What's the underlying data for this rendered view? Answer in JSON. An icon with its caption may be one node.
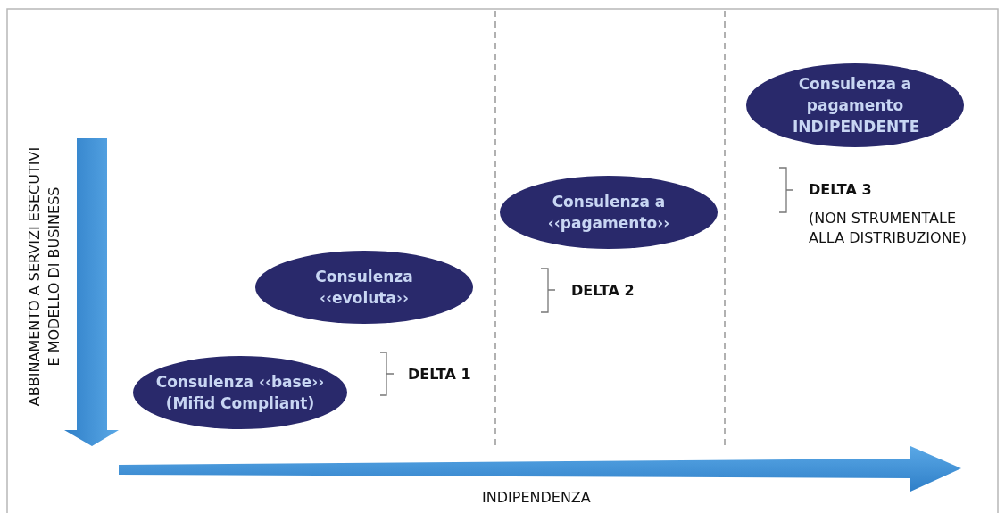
{
  "diagram": {
    "nodes": [
      {
        "text": [
          "Consulenza ‹‹base›› (Mifid Compliant)"
        ]
      },
      {
        "text": [
          "Consulenza ‹‹evoluta››"
        ]
      },
      {
        "text": [
          "Consulenza a ‹‹pagamento››"
        ]
      },
      {
        "text": [
          "Consulenza a pagamento INDIPENDENTE"
        ]
      }
    ],
    "edges": [],
    "labels": [
      "DELTA 3",
      "(NON STRUMENTALE ALLA DISTRIBUZIONE)",
      "DELTA 2",
      "DELTA 1",
      "ABBINAMENTO A SERVIZI ESECUTIVI E MODELLO DI BUSINESS",
      "INDIPENDENZA"
    ]
  }
}
